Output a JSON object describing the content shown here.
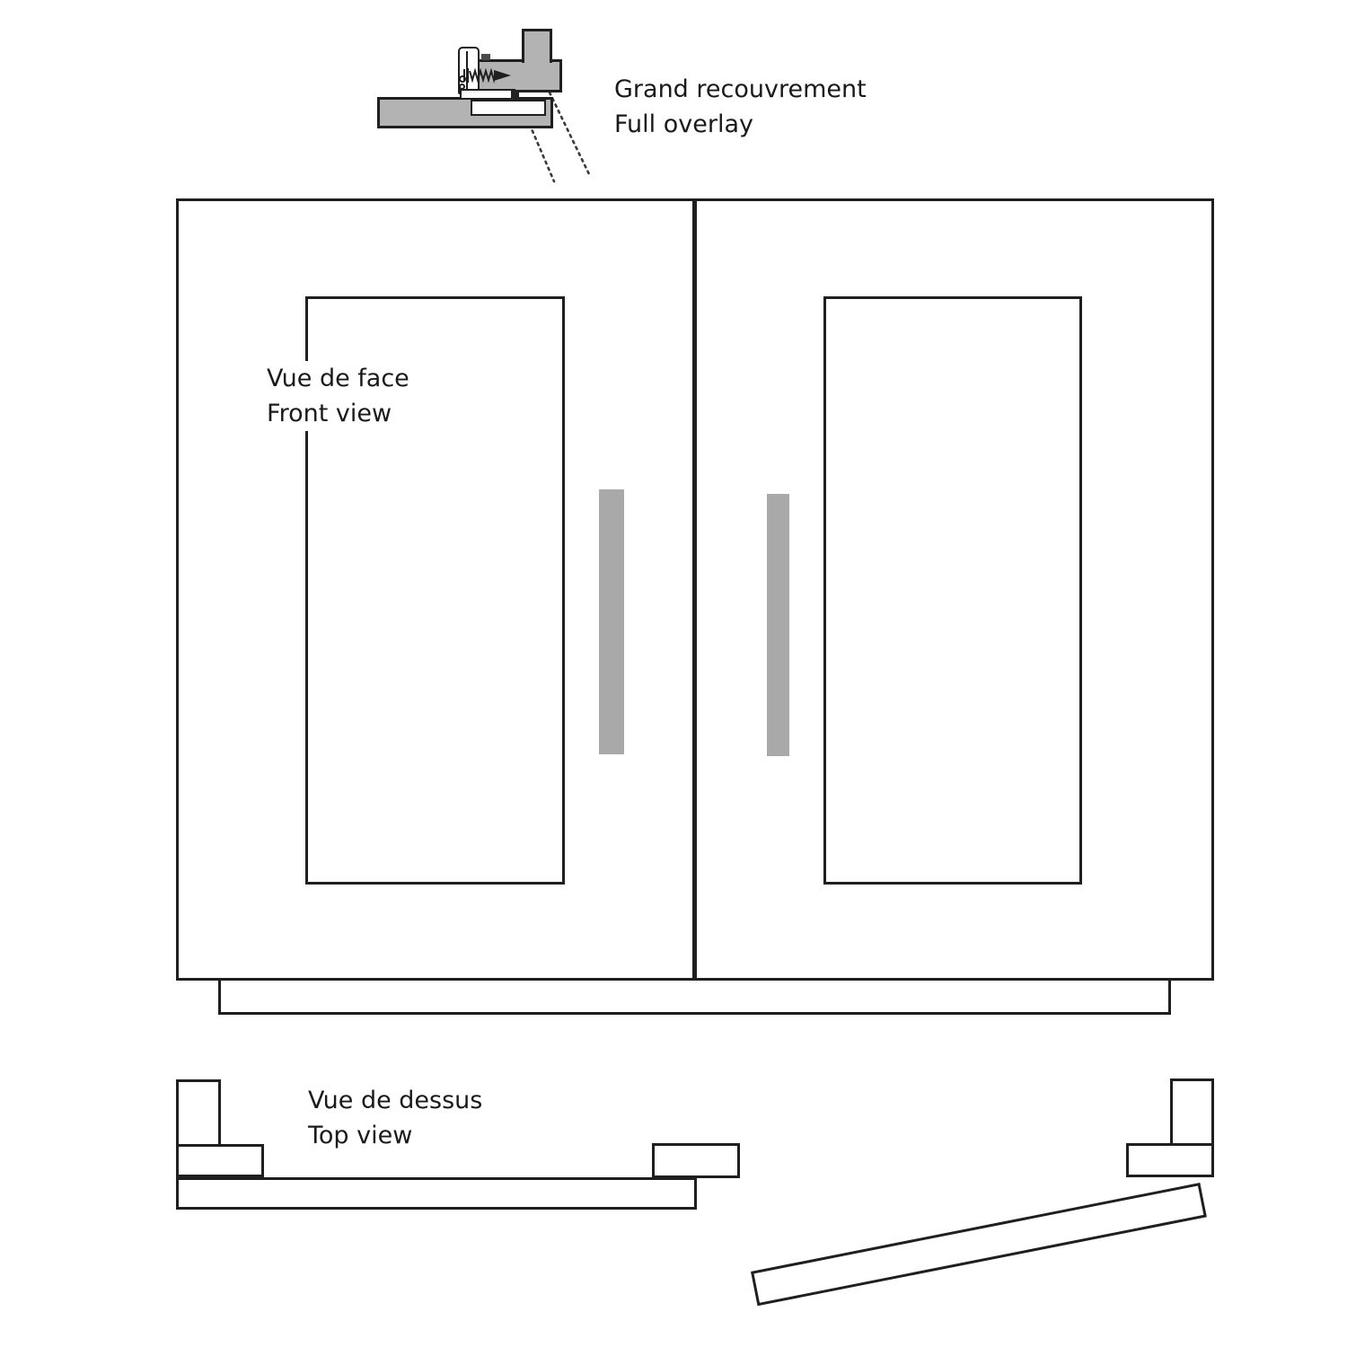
{
  "hinge_detail": {
    "title_fr": "Grand recouvrement",
    "title_en": "Full overlay"
  },
  "front_view": {
    "title_fr": "Vue de face",
    "title_en": "Front view"
  },
  "top_view": {
    "title_fr": "Vue de dessus",
    "title_en": "Top view"
  },
  "colors": {
    "line": "#1f1f1f",
    "fill_gray": "#b3b3b3",
    "handle_gray": "#a9a9a9",
    "text": "#1a1a1a",
    "bg": "#ffffff"
  }
}
